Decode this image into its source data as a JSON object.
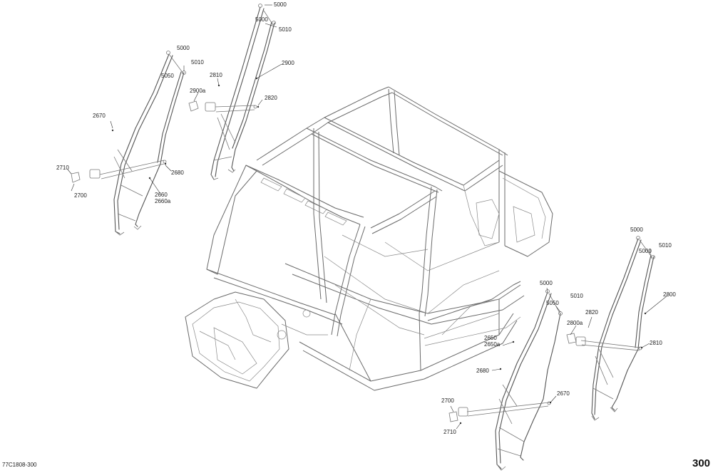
{
  "figure_ref": "77C1808-300",
  "page_number": "300",
  "callouts": {
    "c5000_top": "5000",
    "c5000_b": "5000",
    "c5010_a": "5010",
    "c2900": "2900",
    "c2810_top": "2810",
    "c2900a": "2900a",
    "c2820_top": "2820",
    "c5000_c": "5000",
    "c5010_b": "5010",
    "c5050_a": "5050",
    "c2670_a": "2670",
    "c2710_a": "2710",
    "c2700_a": "2700",
    "c2680_a": "2680",
    "c2660": "2660",
    "c2660a": "2660a",
    "c5000_d": "5000",
    "c5000_e": "5000",
    "c5010_c": "5010",
    "c2800": "2800",
    "c2820_b": "2820",
    "c2800a": "2800a",
    "c2810_b": "2810",
    "c5000_f": "5000",
    "c5010_d": "5010",
    "c5050_b": "5050",
    "c2650": "2650",
    "c2650a": "2650a",
    "c2680_b": "2680",
    "c2670_b": "2670",
    "c2700_b": "2700",
    "c2710_b": "2710"
  }
}
